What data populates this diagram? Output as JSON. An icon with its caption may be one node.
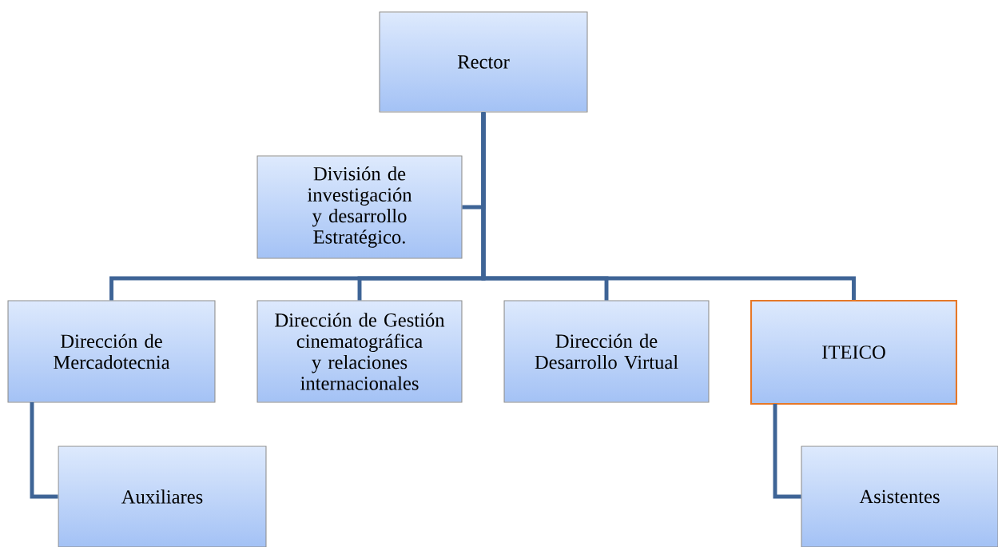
{
  "diagram": {
    "nodes": [
      {
        "text": [
          "Rector"
        ]
      },
      {
        "text": [
          "División de investigación y desarrollo Estratégico."
        ]
      },
      {
        "text": [
          "Dirección de Mercadotecnia"
        ]
      },
      {
        "text": [
          "Dirección de Gestión cinematográfica y relaciones internacionales"
        ]
      },
      {
        "text": [
          "Dirección de Desarrollo Virtual"
        ]
      },
      {
        "text": [
          "ITEICO"
        ]
      },
      {
        "text": [
          "Auxiliares"
        ]
      },
      {
        "text": [
          "Asistentes"
        ]
      }
    ],
    "edges": [
      {
        "from": 0,
        "to": 1,
        "arrow": "none"
      },
      {
        "from": 0,
        "to": 2,
        "arrow": "none"
      },
      {
        "from": 0,
        "to": 3,
        "arrow": "none"
      },
      {
        "from": 0,
        "to": 4,
        "arrow": "none"
      },
      {
        "from": 0,
        "to": 5,
        "arrow": "none"
      },
      {
        "from": 2,
        "to": 6,
        "arrow": "none"
      },
      {
        "from": 5,
        "to": 7,
        "arrow": "none"
      }
    ]
  }
}
